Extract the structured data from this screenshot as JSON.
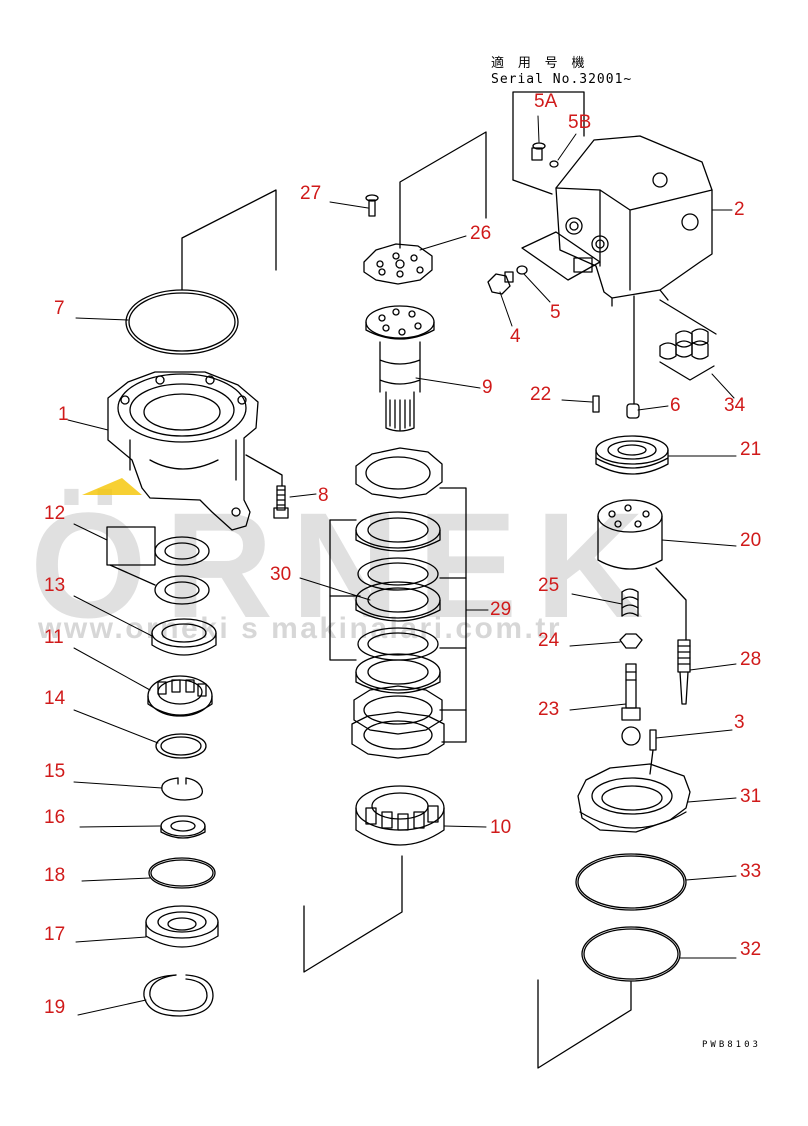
{
  "header": {
    "applicable_models": "適 用 号 機",
    "serial": "Serial No.32001~"
  },
  "figure_code": "PWB8103",
  "watermark": {
    "logo_text": "ÖRNEK",
    "url": "www.orneki s makinalari.com.tr",
    "color": "#c8c8c8",
    "accent": "#f2c200"
  },
  "label_color": "#d01a1a",
  "callouts": [
    {
      "id": "c1",
      "text": "1"
    },
    {
      "id": "c2",
      "text": "2"
    },
    {
      "id": "c3",
      "text": "3"
    },
    {
      "id": "c4",
      "text": "4"
    },
    {
      "id": "c5",
      "text": "5"
    },
    {
      "id": "c5a",
      "text": "5A"
    },
    {
      "id": "c5b",
      "text": "5B"
    },
    {
      "id": "c6",
      "text": "6"
    },
    {
      "id": "c7",
      "text": "7"
    },
    {
      "id": "c8",
      "text": "8"
    },
    {
      "id": "c9",
      "text": "9"
    },
    {
      "id": "c10",
      "text": "10"
    },
    {
      "id": "c11",
      "text": "11"
    },
    {
      "id": "c12",
      "text": "12"
    },
    {
      "id": "c13",
      "text": "13"
    },
    {
      "id": "c14",
      "text": "14"
    },
    {
      "id": "c15",
      "text": "15"
    },
    {
      "id": "c16",
      "text": "16"
    },
    {
      "id": "c17",
      "text": "17"
    },
    {
      "id": "c18",
      "text": "18"
    },
    {
      "id": "c19",
      "text": "19"
    },
    {
      "id": "c20",
      "text": "20"
    },
    {
      "id": "c21",
      "text": "21"
    },
    {
      "id": "c22",
      "text": "22"
    },
    {
      "id": "c23",
      "text": "23"
    },
    {
      "id": "c24",
      "text": "24"
    },
    {
      "id": "c25",
      "text": "25"
    },
    {
      "id": "c26",
      "text": "26"
    },
    {
      "id": "c27",
      "text": "27"
    },
    {
      "id": "c28",
      "text": "28"
    },
    {
      "id": "c29",
      "text": "29"
    },
    {
      "id": "c30",
      "text": "30"
    },
    {
      "id": "c31",
      "text": "31"
    },
    {
      "id": "c32",
      "text": "32"
    },
    {
      "id": "c33",
      "text": "33"
    },
    {
      "id": "c34",
      "text": "34"
    }
  ]
}
